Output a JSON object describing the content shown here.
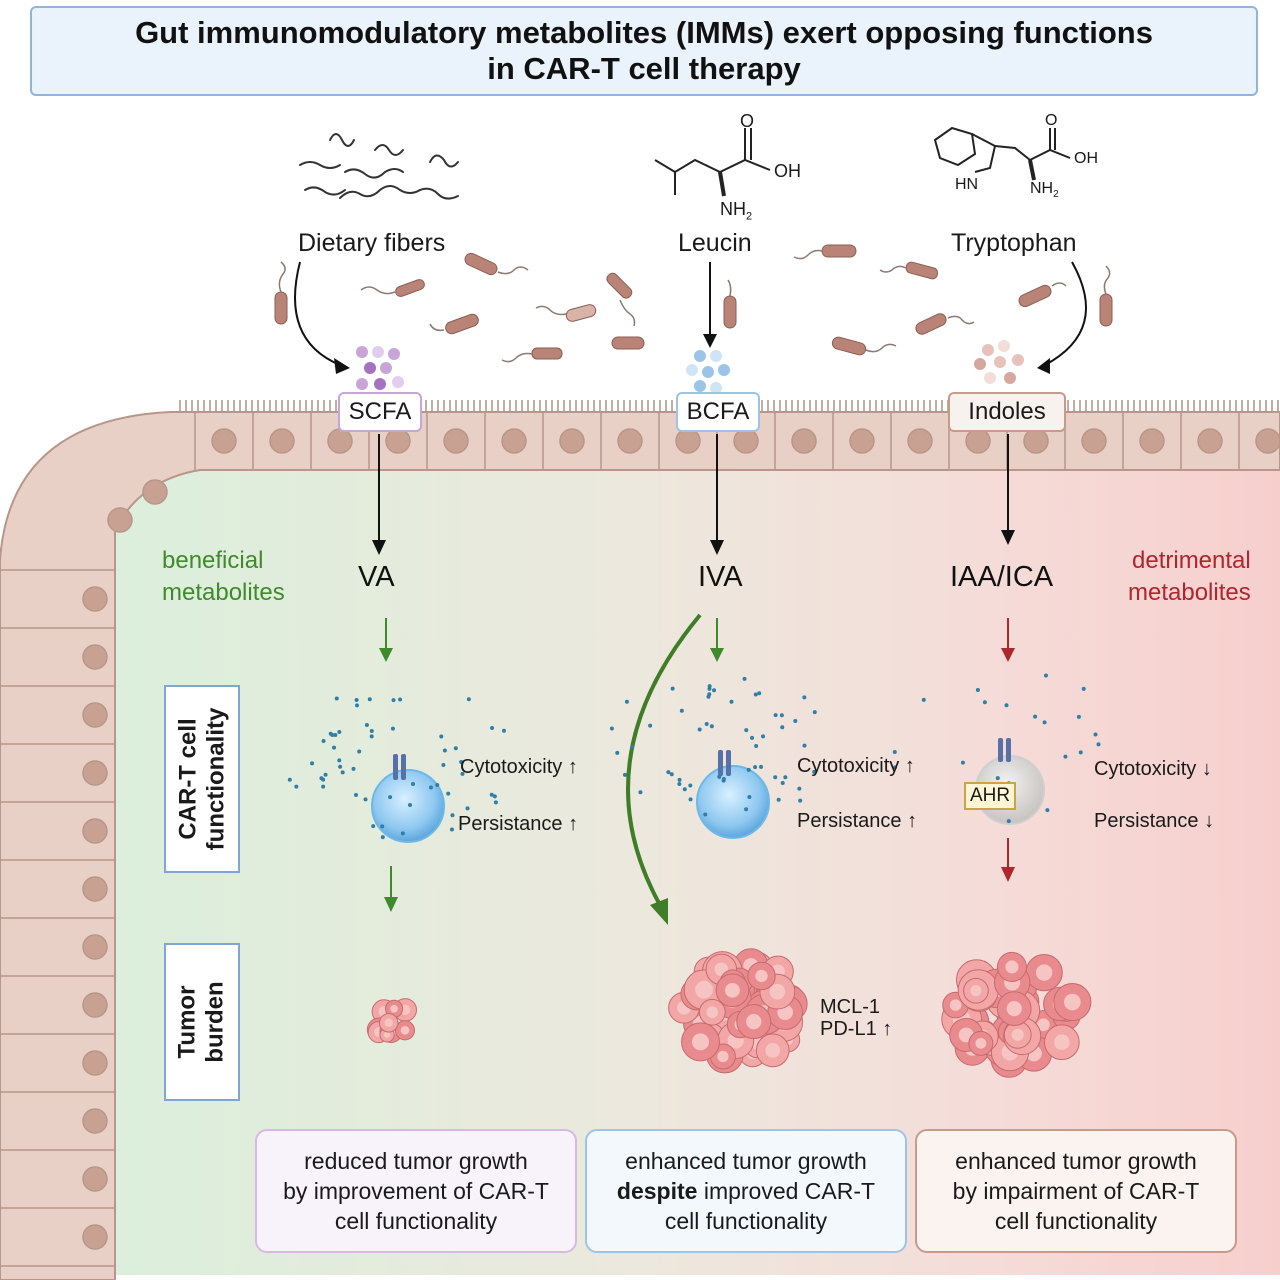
{
  "title": {
    "line1": "Gut immunomodulatory metabolites (IMMs) exert opposing functions",
    "line2": "in CAR-T cell therapy"
  },
  "sources": {
    "fibers": "Dietary fibers",
    "leucin": "Leucin",
    "tryptophan": "Tryptophan"
  },
  "chem": {
    "o": "O",
    "oh": "OH",
    "nh2": "NH",
    "nh2_sub": "2",
    "hn": "HN"
  },
  "metabolites": {
    "scfa": "SCFA",
    "bcfa": "BCFA",
    "indoles": "Indoles"
  },
  "derived": {
    "va": "VA",
    "iva": "IVA",
    "iaa": "IAA/ICA"
  },
  "side_labels": {
    "beneficial_1": "beneficial",
    "beneficial_2": "metabolites",
    "detrimental_1": "detrimental",
    "detrimental_2": "metabolites"
  },
  "rows": {
    "cart_1": "CAR-T cell",
    "cart_2": "functionality",
    "tumor_1": "Tumor",
    "tumor_2": "burden"
  },
  "effects": {
    "cytotoxicity": "Cytotoxicity",
    "persistance": "Persistance",
    "up": "↑",
    "down": "↓",
    "ahr": "AHR",
    "mcl1": "MCL-1",
    "pdl1": "PD-L1"
  },
  "outcomes": {
    "left": [
      "reduced tumor growth",
      "by improvement of CAR-T",
      "cell functionality"
    ],
    "mid_1": "enhanced tumor growth",
    "mid_bold": "despite",
    "mid_2": " improved CAR-T",
    "mid_3": "cell functionality",
    "right": [
      "enhanced tumor growth",
      "by impairment of CAR-T",
      "cell functionality"
    ]
  },
  "colors": {
    "beneficial": "#3f8a2b",
    "detrimental": "#b0262d",
    "title_border": "#8fb4dd",
    "scfa": "#c7a5d9",
    "bcfa": "#9cc4e8",
    "indoles": "#c79a8a",
    "tissue": "#e9d0c7",
    "nucleus": "#c9a193"
  }
}
